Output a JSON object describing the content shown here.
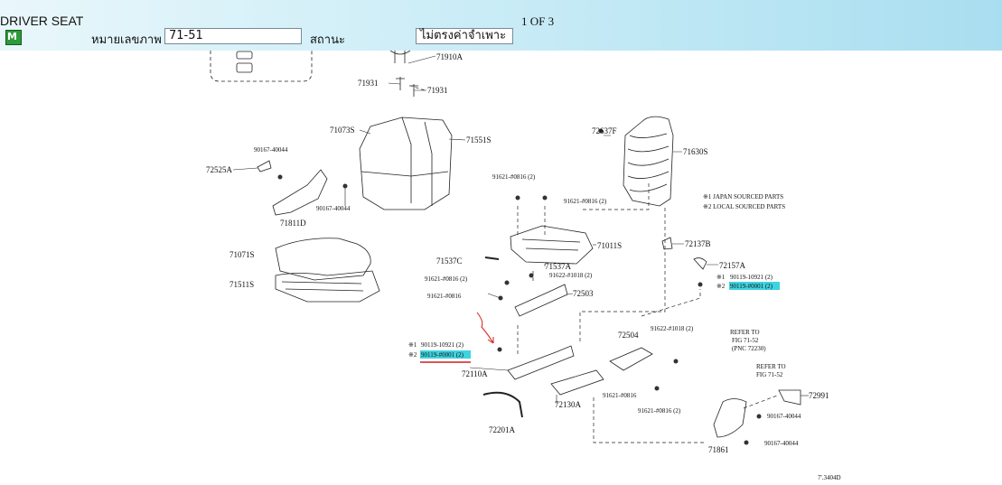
{
  "header": {
    "title": "DRIVER SEAT",
    "image_no_label": "หมายเลขภาพ",
    "image_no_value": "71-51",
    "status_label": "สถานะ",
    "status_value": "ไม่ตรงค่าจำเพาะ",
    "page_indicator": "1 OF 3"
  },
  "diagram": {
    "part_labels": {
      "p71910A": "71910A",
      "p71931a": "71931",
      "p71931b": "71931",
      "p71073S": "71073S",
      "p71551S": "71551S",
      "p90167a": "90167-40044",
      "p72525A": "72525A",
      "p90167b": "90167-40044",
      "p71811D": "71811D",
      "p71071S": "71071S",
      "p71511S": "71511S",
      "p72637F": "72637F",
      "p71630S": "71630S",
      "p91621a": "91621-#0816 (2)",
      "p91621b": "91621-#0816 (2)",
      "p71011S": "71011S",
      "p71537C": "71537C",
      "p71537A": "71537A",
      "p91621c": "91621-#0816 (2)",
      "p91622a": "91622-#1018 (2)",
      "p91621d": "91621-#0816",
      "p72503": "72503",
      "p72137B": "72137B",
      "p72157A": "72157A",
      "p90119a": "90119-10921 (2)",
      "p90119b": "90119-#0001 (2)",
      "p90119c": "90119-10921 (2)",
      "p90119d": "90119-#0001 (2)",
      "p72110A": "72110A",
      "p72504": "72504",
      "p91622b": "91622-#1018 (2)",
      "p72130A": "72130A",
      "p91621e": "91621-#0816",
      "p91621f": "91621-#0816 (2)",
      "p72201A": "72201A",
      "p72991": "72991",
      "p90167c": "90167-40044",
      "p90167d": "90167-40044",
      "p71861": "71861",
      "ref1a": "REFER TO",
      "ref1b": "FIG 71-52",
      "ref1c": "(PNC 72230)",
      "ref2a": "REFER TO",
      "ref2b": "FIG 71-52",
      "mark1": "※1",
      "mark2": "※2",
      "mark3": "※1",
      "mark4": "※2",
      "note1": "※1 JAPAN SOURCED PARTS",
      "note2": "※2 LOCAL SOURCED PARTS",
      "diagram_code": "7'.3404D"
    }
  }
}
